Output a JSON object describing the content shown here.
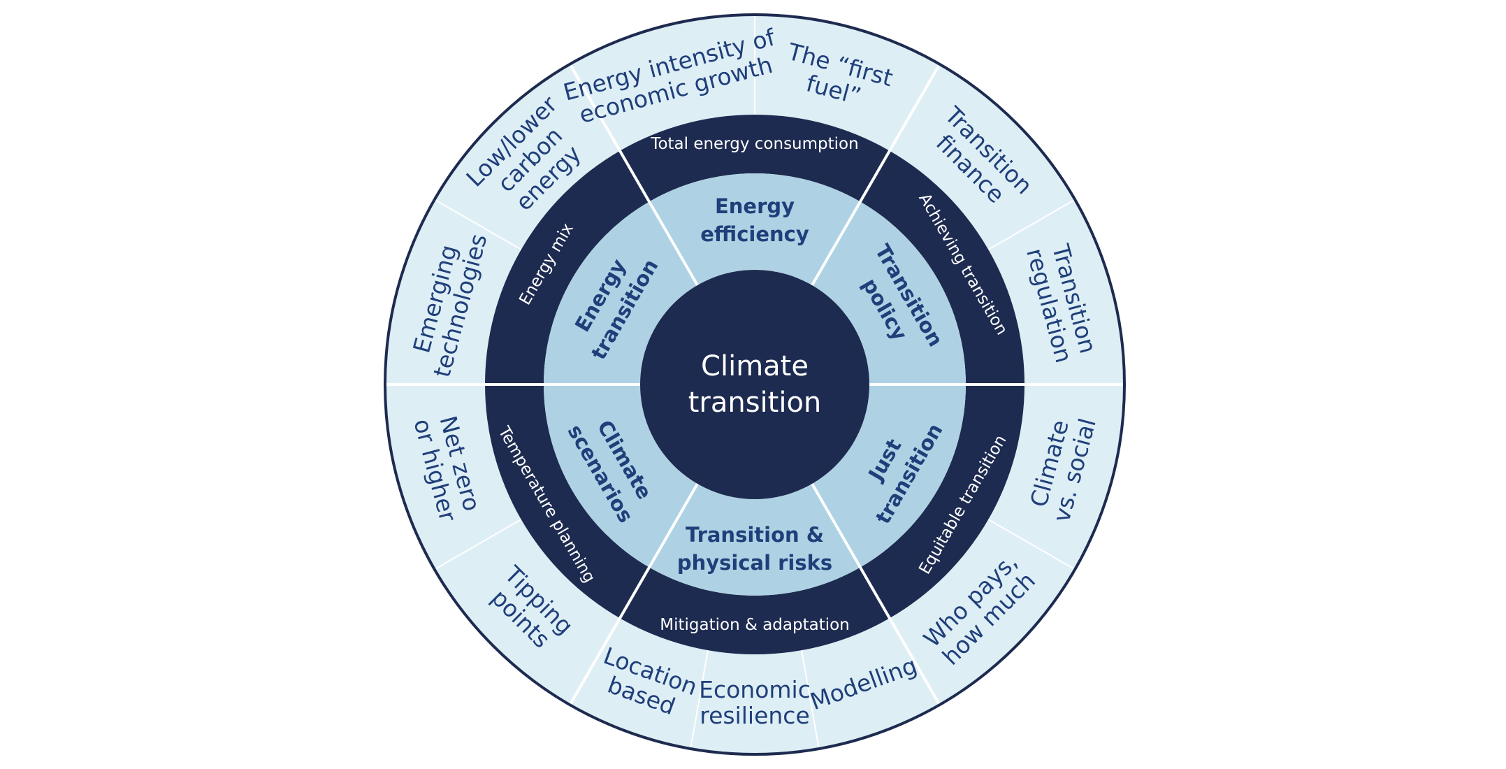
{
  "colors": {
    "outer_fill": "#deeef5",
    "band_fill": "#1e2b50",
    "inner_fill": "#aed2e3",
    "hub_fill": "#1e2b50",
    "dark_text": "#1f3f7a",
    "light_text": "#ffffff",
    "outline": "#1e2b50",
    "divider": "#ffffff"
  },
  "hub": {
    "line1": "Climate",
    "line2": "transition"
  },
  "sectors": [
    {
      "id": "energy-efficiency",
      "inner_label": [
        "Energy",
        "efficiency"
      ],
      "band_label": "Total energy consumption",
      "outer": [
        [
          "Energy intensity of",
          "economic growth"
        ],
        [
          "The “first",
          "fuel”"
        ]
      ]
    },
    {
      "id": "transition-policy",
      "inner_label": [
        "Transition",
        "policy"
      ],
      "band_label": "Achieving transition",
      "outer": [
        [
          "Transition",
          "finance"
        ],
        [
          "Transition",
          "regulation"
        ]
      ]
    },
    {
      "id": "just-transition",
      "inner_label": [
        "Just",
        "transition"
      ],
      "band_label": "Equitable transition",
      "outer": [
        [
          "Climate",
          "vs. social"
        ],
        [
          "Who pays,",
          "how much"
        ]
      ]
    },
    {
      "id": "transition-physical-risks",
      "inner_label": [
        "Transition &",
        "physical risks"
      ],
      "band_label": "Mitigation & adaptation",
      "outer": [
        [
          "Modelling"
        ],
        [
          "Economic",
          "resilience"
        ],
        [
          "Location",
          "based"
        ]
      ]
    },
    {
      "id": "climate-scenarios",
      "inner_label": [
        "Climate",
        "scenarios"
      ],
      "band_label": "Temperature planning",
      "outer": [
        [
          "Tipping",
          "points"
        ],
        [
          "Net zero",
          "or higher"
        ]
      ]
    },
    {
      "id": "energy-transition",
      "inner_label": [
        "Energy",
        "transition"
      ],
      "band_label": "Energy mix",
      "outer": [
        [
          "Emerging",
          "technologies"
        ],
        [
          "Low/lower",
          "carbon",
          "energy"
        ]
      ]
    }
  ]
}
